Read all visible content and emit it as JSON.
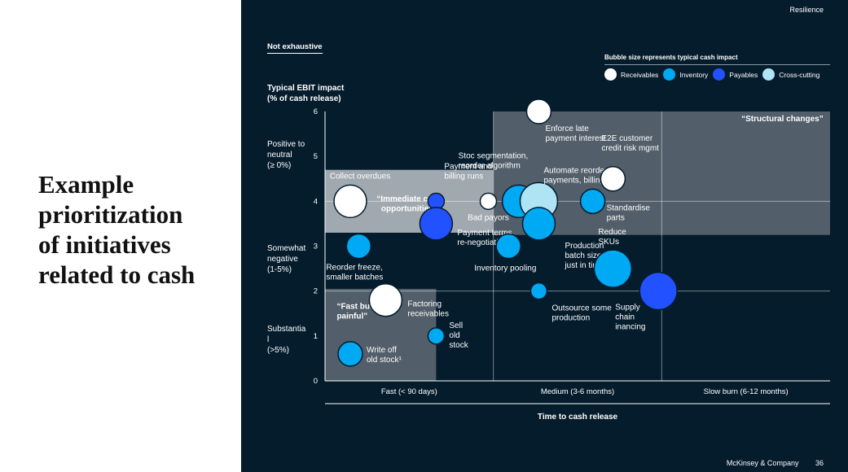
{
  "heading": "Example\nprioritization\nof initiatives\nrelated to cash",
  "slide_label": "Resilience",
  "note": "Not exhaustive",
  "legend": {
    "title": "Bubble size represents typical cash impact",
    "items": [
      {
        "label": "Receivables",
        "color": "#ffffff"
      },
      {
        "label": "Inventory",
        "color": "#00a9f4"
      },
      {
        "label": "Payables",
        "color": "#2251ff"
      },
      {
        "label": "Cross-cutting",
        "color": "#aee4f4"
      }
    ]
  },
  "y_title": "Typical EBIT impact\n(% of cash release)",
  "y_categories": [
    {
      "label": "Positive to\nneutral\n(≥ 0%)",
      "y": 5
    },
    {
      "label": "Somewhat\nnegative\n(1-5%)",
      "y": 3
    },
    {
      "label": "Substantia\nl\n(>5%)",
      "y": 1
    }
  ],
  "x_title": "Time to cash release",
  "footer": {
    "company": "McKinsey & Company",
    "page": "36"
  },
  "chart_data": {
    "type": "scatter",
    "bubble": true,
    "xlabel": "Time to cash release",
    "ylabel": "Typical EBIT impact (% of cash release)",
    "ylim": [
      0,
      6
    ],
    "xlim": [
      0,
      3
    ],
    "yticks": [
      0,
      1,
      2,
      3,
      4,
      5,
      6
    ],
    "x_categories": [
      {
        "label": "Fast (< 90 days)",
        "center": 0.5
      },
      {
        "label": "Medium (3-6 months)",
        "center": 1.5
      },
      {
        "label": "Slow burn (6-12 months)",
        "center": 2.5
      }
    ],
    "grid": {
      "x": [
        1,
        2
      ],
      "y": [
        2,
        4
      ]
    },
    "regions": [
      {
        "label": "“Immediate cash\nopportunities”",
        "x": [
          0,
          1
        ],
        "y": [
          3.3,
          4.7
        ]
      },
      {
        "label": "“Fast but\npainful”",
        "x": [
          0,
          0.66
        ],
        "y": [
          0,
          2.05
        ]
      },
      {
        "label": "“Structural changes”",
        "x": [
          1.0,
          3.0
        ],
        "y": [
          3.25,
          6.0
        ]
      }
    ],
    "points": [
      {
        "label": "Collect overdues",
        "category": "Receivables",
        "x": 0.15,
        "y": 4.0,
        "size": 3
      },
      {
        "label": "Reorder freeze,\nsmaller batches",
        "category": "Inventory",
        "x": 0.2,
        "y": 3.0,
        "size": 2
      },
      {
        "label": "Factoring\nreceivables",
        "category": "Receivables",
        "x": 0.36,
        "y": 1.8,
        "size": 3
      },
      {
        "label": "Write off\nold stock¹",
        "category": "Inventory",
        "x": 0.15,
        "y": 0.6,
        "size": 2
      },
      {
        "label": "Sell\nold\nstock",
        "category": "Inventory",
        "x": 0.66,
        "y": 1.0,
        "size": 1
      },
      {
        "label": "Payment and\nbilling runs",
        "category": "Payables",
        "x": 0.66,
        "y": 4.0,
        "size": 1
      },
      {
        "label": "Payment terms\nre-negotiation",
        "category": "Payables",
        "x": 0.66,
        "y": 3.5,
        "size": 3
      },
      {
        "label": "Bad payors",
        "category": "Receivables",
        "x": 0.97,
        "y": 4.0,
        "size": 1
      },
      {
        "label": "Stoc segmentation,\nreorder algorithm",
        "category": "Inventory",
        "x": 1.15,
        "y": 4.0,
        "size": 3
      },
      {
        "label": "Inventory pooling",
        "category": "Inventory",
        "x": 1.09,
        "y": 3.0,
        "size": 2
      },
      {
        "label": "Enforce late\npayment interest",
        "category": "Receivables",
        "x": 1.27,
        "y": 6.0,
        "size": 2
      },
      {
        "label": "Automate reorders,\npayments, billings",
        "category": "Cross-cutting",
        "x": 1.27,
        "y": 4.0,
        "size": 4
      },
      {
        "label": "Production\nbatch size,\njust in time",
        "category": "Inventory",
        "x": 1.27,
        "y": 3.5,
        "size": 3
      },
      {
        "label": "Outsource some\nproduction",
        "category": "Inventory",
        "x": 1.27,
        "y": 2.0,
        "size": 1
      },
      {
        "label": "E2E customer\ncredit risk mgmt",
        "category": "Receivables",
        "x": 1.71,
        "y": 4.5,
        "size": 2
      },
      {
        "label": "Standardise\nparts",
        "category": "Inventory",
        "x": 1.59,
        "y": 4.0,
        "size": 2
      },
      {
        "label": "Reduce\nSKUs",
        "category": "Inventory",
        "x": 1.71,
        "y": 2.5,
        "size": 4
      },
      {
        "label": "Supply\nchain\ninancing",
        "category": "Payables",
        "x": 1.98,
        "y": 2.0,
        "size": 4
      }
    ]
  }
}
